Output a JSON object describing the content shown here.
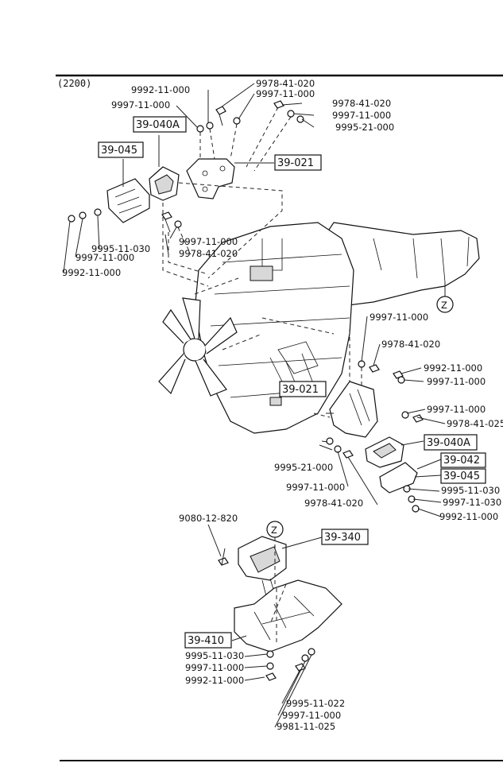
{
  "header": {
    "model_code": "(2200)"
  },
  "callouts": {
    "c9992_a": "9992-11-000",
    "c9978_a": "9978-41-020",
    "c9997_a": "9997-11-000",
    "c9997_b": "9997-11-000",
    "c9978_b": "9978-41-020",
    "c9997_c": "9997-11-000",
    "c9995_a": "9995-21-000",
    "c9997_d": "9997-11-000",
    "c9978_c": "9978-41-020",
    "c9995_b": "9995-11-030",
    "c9997_e": "9997-11-000",
    "c9992_b": "9992-11-000",
    "c9997_f": "9997-11-000",
    "c9978_d": "9978-41-020",
    "c9992_c": "9992-11-000",
    "c9997_g": "9997-11-000",
    "c9997_h": "9997-11-000",
    "c9978_e": "9978-41-025",
    "c9995_c": "9995-21-000",
    "c9997_i": "9997-11-000",
    "c9978_f": "9978-41-020",
    "c9995_d": "9995-11-030",
    "c9997_j": "9997-11-030",
    "c9992_d": "9992-11-000",
    "c9080": "9080-12-820",
    "c9995_e": "9995-11-030",
    "c9997_k": "9997-11-000",
    "c9992_e": "9992-11-000",
    "c9995_f": "9995-11-022",
    "c9997_l": "9997-11-000",
    "c9981": "9981-11-025"
  },
  "boxes": {
    "b040A_top": "39-040A",
    "b045_top": "39-045",
    "b021_top": "39-021",
    "b021_mid": "39-021",
    "b040A_mid": "39-040A",
    "b042": "39-042",
    "b045_mid": "39-045",
    "b340": "39-340",
    "b410": "39-410"
  },
  "markers": {
    "z_top": "Z",
    "z_bottom": "Z"
  }
}
